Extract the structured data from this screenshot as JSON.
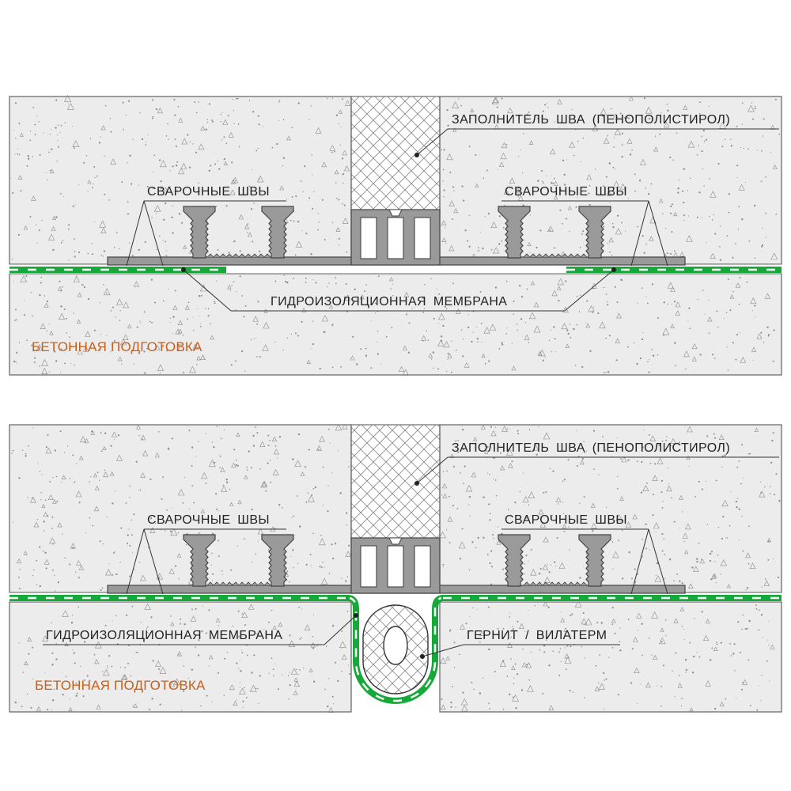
{
  "colors": {
    "concrete_fill": "#ececec",
    "concrete_stroke": "#6d6d6d",
    "profile_fill": "#9a9a9a",
    "membrane_green": "#17a83a",
    "hatch": "#8c8c8c",
    "label_orange": "#c4611e",
    "label_dark": "#222222"
  },
  "diagram_top": {
    "filler_label": "ЗАПОЛНИТЕЛЬ ШВА (ПЕНОПОЛИСТИРОЛ)",
    "weld_left_label": "СВАРОЧНЫЕ ШВЫ",
    "weld_right_label": "СВАРОЧНЫЕ ШВЫ",
    "membrane_label": "ГИДРОИЗОЛЯЦИОННАЯ МЕМБРАНА",
    "base_label": "БЕТОННАЯ ПОДГОТОВКА"
  },
  "diagram_bottom": {
    "filler_label": "ЗАПОЛНИТЕЛЬ ШВА (ПЕНОПОЛИСТИРОЛ)",
    "weld_left_label": "СВАРОЧНЫЕ ШВЫ",
    "weld_right_label": "СВАРОЧНЫЕ ШВЫ",
    "membrane_label": "ГИДРОИЗОЛЯЦИОННАЯ МЕМБРАНА",
    "gernit_label": "ГЕРНИТ / ВИЛАТЕРМ",
    "base_label": "БЕТОННАЯ ПОДГОТОВКА"
  }
}
